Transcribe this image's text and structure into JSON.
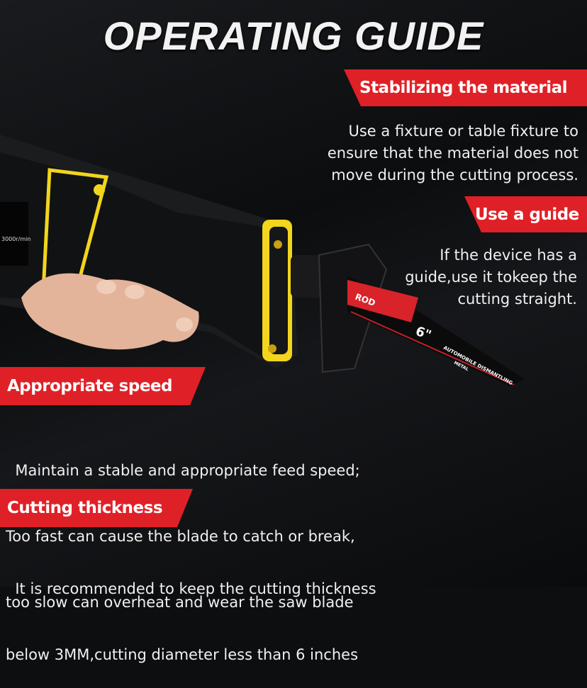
{
  "title": "OPERATING GUIDE",
  "sections": [
    {
      "heading": "Stabilizing the material",
      "lines": [
        "Use a fixture or table fixture to",
        "ensure that the material does not",
        "move during the cutting process."
      ]
    },
    {
      "heading": "Use a guide",
      "lines": [
        "If the device has a",
        "guide,use it tokeep the",
        "cutting straight."
      ]
    },
    {
      "heading": "Appropriate speed",
      "lines": [
        "  Maintain a stable and appropriate feed speed;",
        "Too fast can cause the blade to catch or break,",
        "too slow can overheat and wear the saw blade"
      ]
    },
    {
      "heading": "Cutting thickness",
      "lines": [
        "  It is recommended to keep the cutting thickness",
        "below 3MM,cutting diameter less than 6 inches"
      ]
    }
  ],
  "product": {
    "tool_label": "3000r/min",
    "blade_brand": "ROD",
    "blade_size": "6\"",
    "blade_text": "AUTOMOBILE DISMANTLING",
    "blade_type": "METAL"
  },
  "colors": {
    "accent": "#e02027",
    "tool_trim": "#f2d51c"
  }
}
